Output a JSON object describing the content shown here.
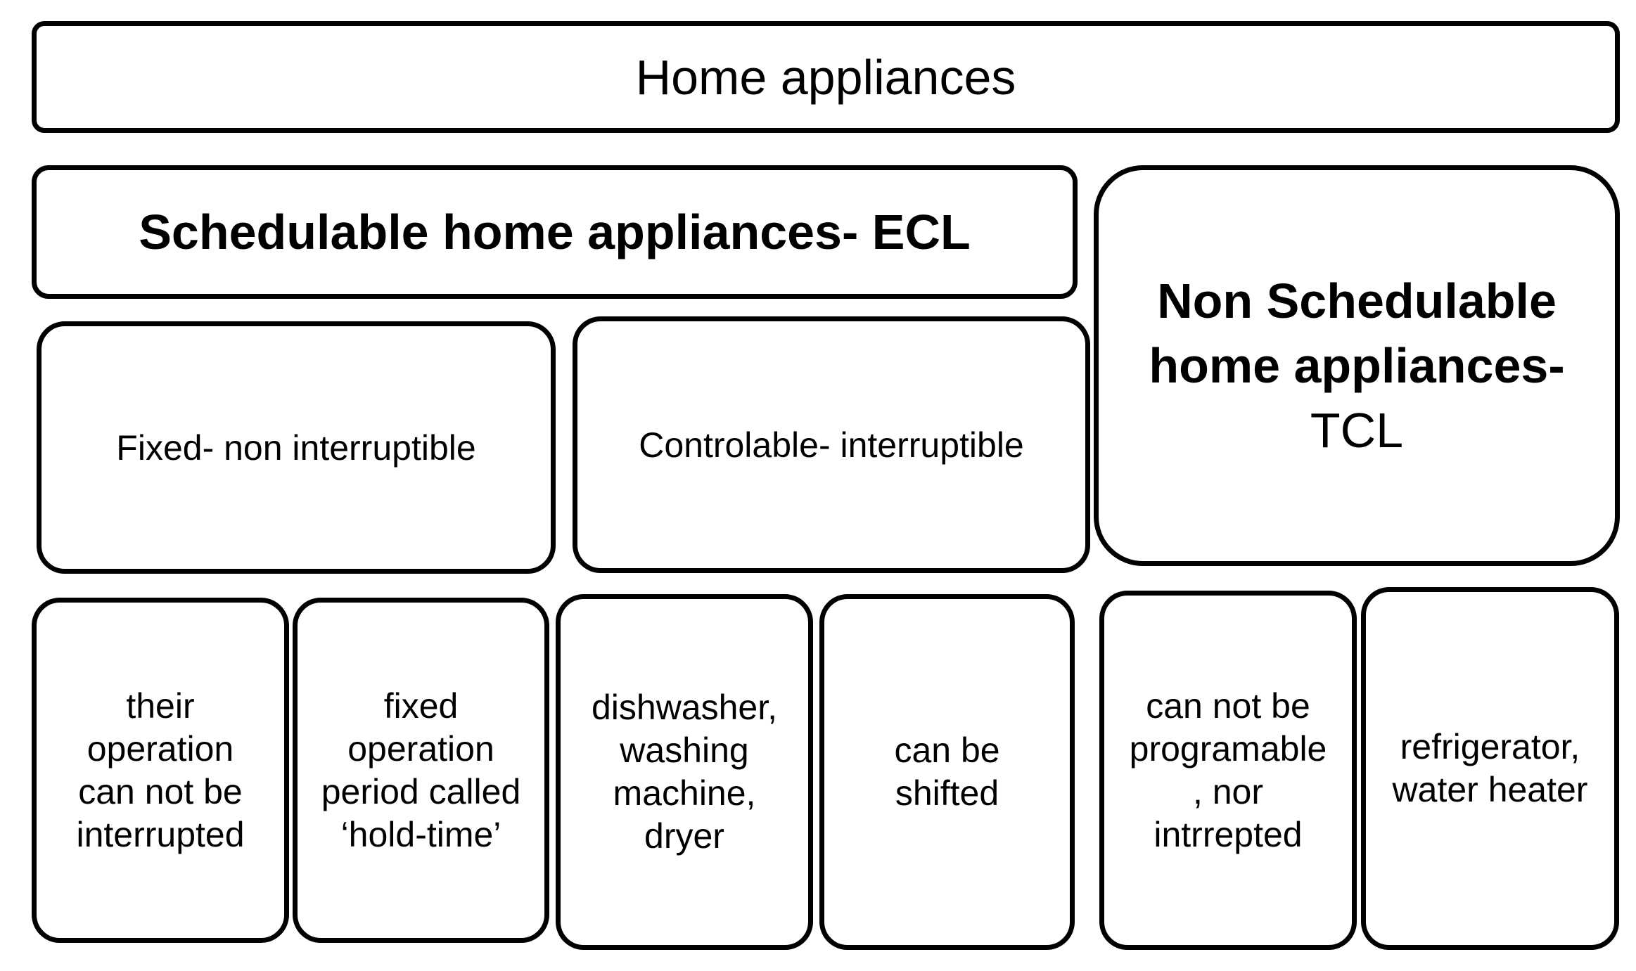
{
  "root": {
    "label": "Home appliances"
  },
  "schedulable": {
    "label": "Schedulable home appliances- ECL",
    "fixed": {
      "label": "Fixed- non interruptible",
      "leaves": [
        {
          "lines": [
            "their",
            "operation",
            "can not be",
            "interrupted"
          ]
        },
        {
          "lines": [
            "fixed",
            "operation",
            "period called",
            "‘hold-time’"
          ]
        }
      ]
    },
    "controllable": {
      "label": "Controlable- interruptible",
      "leaves": [
        {
          "lines": [
            "dishwasher,",
            "washing",
            "machine,",
            "dryer"
          ]
        },
        {
          "lines": [
            "can be",
            "shifted"
          ]
        }
      ]
    }
  },
  "non_schedulable": {
    "label_line1": "Non Schedulable",
    "label_line2": "home appliances-",
    "label_line3": "TCL",
    "leaves": [
      {
        "lines": [
          "can not be",
          "programable",
          ", nor",
          "intrrepted"
        ]
      },
      {
        "lines": [
          "refrigerator,",
          "water heater"
        ]
      }
    ]
  }
}
